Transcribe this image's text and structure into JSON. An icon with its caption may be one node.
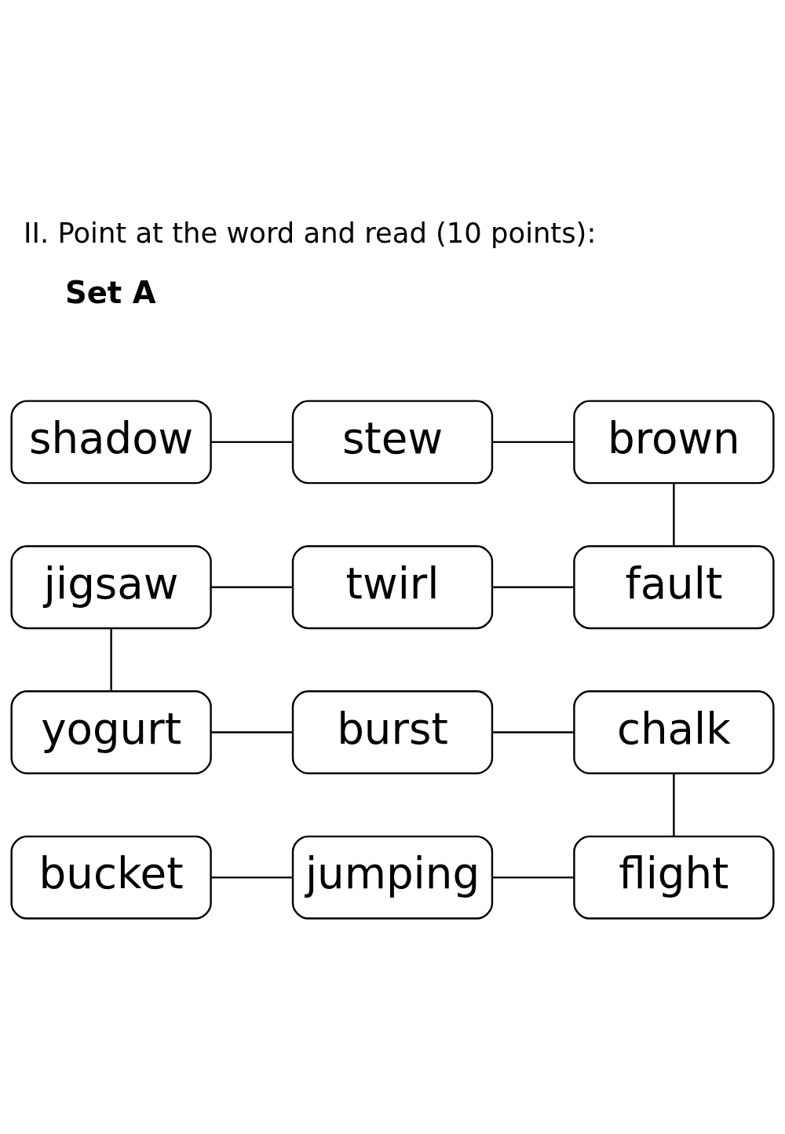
{
  "diagram": {
    "title": "II. Point at the word and read (10 points):",
    "nodes": [
      {
        "text": [
          "shadow"
        ]
      },
      {
        "text": [
          "stew"
        ]
      },
      {
        "text": [
          "brown"
        ]
      },
      {
        "text": [
          "jigsaw"
        ]
      },
      {
        "text": [
          "twirl"
        ]
      },
      {
        "text": [
          "fault"
        ]
      },
      {
        "text": [
          "yogurt"
        ]
      },
      {
        "text": [
          "burst"
        ]
      },
      {
        "text": [
          "chalk"
        ]
      },
      {
        "text": [
          "bucket"
        ]
      },
      {
        "text": [
          "jumping"
        ]
      },
      {
        "text": [
          "flight"
        ]
      }
    ],
    "edges": [
      {
        "from": 0,
        "to": 1,
        "arrow": "none"
      },
      {
        "from": 1,
        "to": 2,
        "arrow": "none"
      },
      {
        "from": 2,
        "to": 5,
        "arrow": "none"
      },
      {
        "from": 4,
        "to": 5,
        "arrow": "none"
      },
      {
        "from": 3,
        "to": 4,
        "arrow": "none"
      },
      {
        "from": 3,
        "to": 6,
        "arrow": "none"
      },
      {
        "from": 6,
        "to": 7,
        "arrow": "none"
      },
      {
        "from": 7,
        "to": 8,
        "arrow": "none"
      },
      {
        "from": 8,
        "to": 11,
        "arrow": "none"
      },
      {
        "from": 10,
        "to": 11,
        "arrow": "none"
      },
      {
        "from": 9,
        "to": 10,
        "arrow": "none"
      }
    ],
    "labels": [
      "Set A"
    ]
  }
}
